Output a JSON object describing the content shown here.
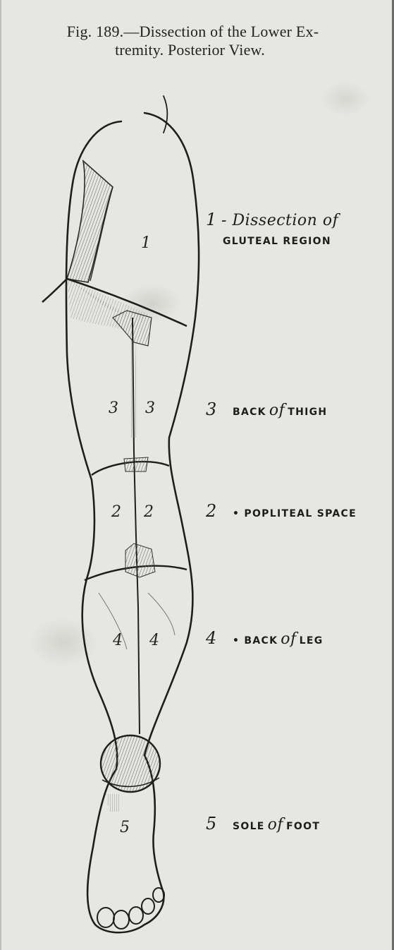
{
  "caption": {
    "line1": "Fig. 189.—Dissection of the Lower Ex-",
    "line2": "tremity.   Posterior View."
  },
  "legend": [
    {
      "num": "1",
      "pre": "- ",
      "italic": "Dissection of",
      "line2": "GLUTEAL REGION"
    },
    {
      "num": "3",
      "pre": "",
      "text_a": "BACK",
      "italic": "of",
      "text_b": "THIGH"
    },
    {
      "num": "2",
      "pre": "",
      "text_a": "• POPLITEAL SPACE"
    },
    {
      "num": "4",
      "pre": "",
      "text_a": "• BACK",
      "italic": "of",
      "text_b": "LEG"
    },
    {
      "num": "5",
      "pre": "",
      "text_a": "SOLE",
      "italic": "of",
      "text_b": "FOOT"
    }
  ],
  "region_numbers": {
    "gluteal": "1",
    "thigh_left": "3",
    "thigh_right": "3",
    "popliteal_left": "2",
    "popliteal_right": "2",
    "leg_left": "4",
    "leg_right": "4",
    "sole": "5"
  },
  "colors": {
    "paper": "#e6e6e2",
    "ink": "#1c1c1c",
    "shade": "#8a8a8a"
  }
}
